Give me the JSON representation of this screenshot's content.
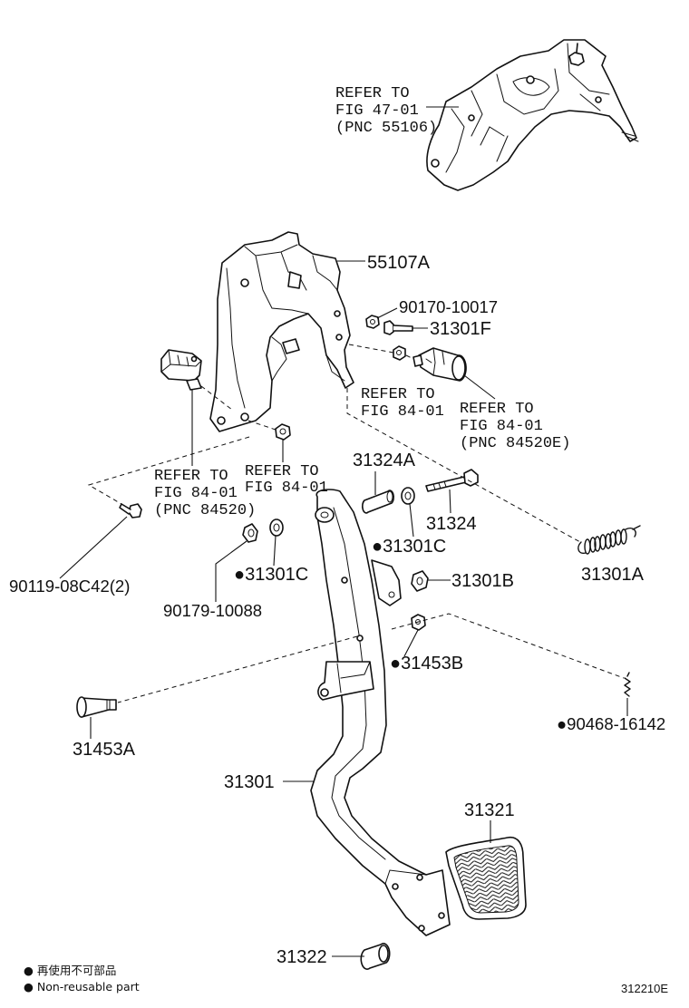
{
  "references": {
    "top": [
      "REFER TO",
      "FIG 47-01",
      "(PNC 55106)"
    ],
    "center": [
      "REFER TO",
      "FIG 84-01"
    ],
    "right": [
      "REFER TO",
      "FIG 84-01",
      "(PNC 84520E)"
    ],
    "mid_left": [
      "REFER TO",
      "FIG 84-01"
    ],
    "left": [
      "REFER TO",
      "FIG 84-01",
      "(PNC 84520)"
    ]
  },
  "callouts": {
    "p55107A": "55107A",
    "p90170_10017": "90170-10017",
    "p31301F": "31301F",
    "p31324A": "31324A",
    "p31324": "31324",
    "p31301C_right": "●31301C",
    "p31301A": "31301A",
    "p31301C_left": "●31301C",
    "p31301B": "31301B",
    "p90119_08C42": "90119-08C42(2)",
    "p90179_10088": "90179-10088",
    "p31453B": "●31453B",
    "p90468_16142": "●90468-16142",
    "p31453A": "31453A",
    "p31301": "31301",
    "p31321": "31321",
    "p31322": "31322"
  },
  "legend": {
    "jp": "● 再使用不可部品",
    "en": "● Non-reusable part"
  },
  "figure_code": "312210E",
  "colors": {
    "line": "#111111",
    "background": "#ffffff"
  }
}
